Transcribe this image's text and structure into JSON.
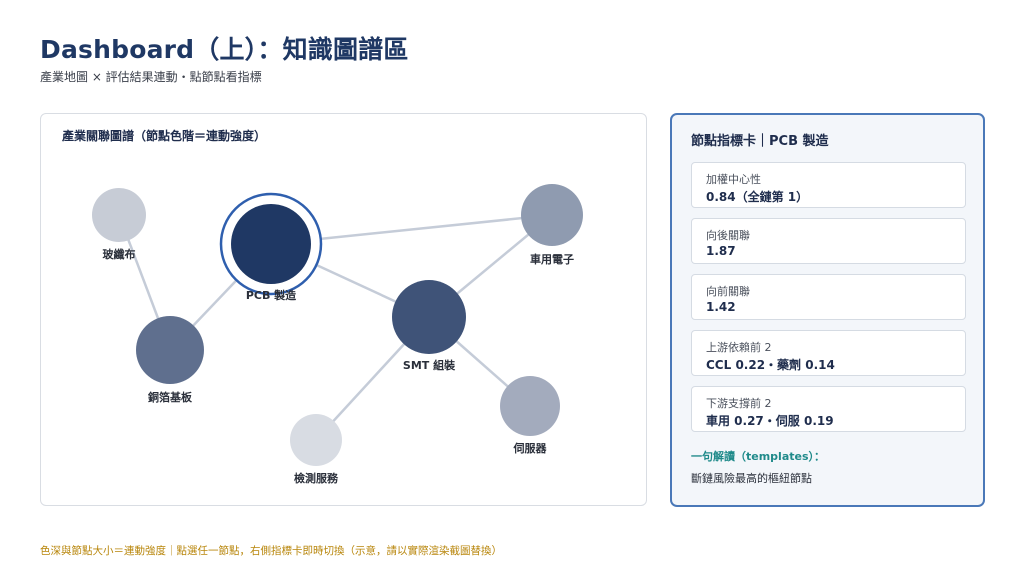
{
  "header": {
    "title": "Dashboard（上）：知識圖譜區",
    "subtitle": "產業地圖 × 評估結果連動・點節點看指標"
  },
  "graph": {
    "title": "產業關聯圖譜（節點色階＝連動強度）",
    "selected": "pcb",
    "nodes": [
      {
        "id": "glass",
        "label": "玻纖布",
        "color": "#c7ccd6"
      },
      {
        "id": "pcb",
        "label": "PCB 製造",
        "color": "#1f3864"
      },
      {
        "id": "auto",
        "label": "車用電子",
        "color": "#8f9bb0"
      },
      {
        "id": "smt",
        "label": "SMT 組裝",
        "color": "#3f5378"
      },
      {
        "id": "copper",
        "label": "銅箔基板",
        "color": "#5f6f8e"
      },
      {
        "id": "server",
        "label": "伺服器",
        "color": "#a3abbd"
      },
      {
        "id": "test",
        "label": "檢測服務",
        "color": "#d8dce3"
      }
    ],
    "edge_color": "#c5ccd8"
  },
  "card": {
    "title": "節點指標卡｜PCB 製造",
    "metrics": [
      {
        "label": "加權中心性",
        "value": "0.84（全鏈第 1）"
      },
      {
        "label": "向後關聯",
        "value": "1.87"
      },
      {
        "label": "向前關聯",
        "value": "1.42"
      },
      {
        "label": "上游依賴前 2",
        "value": "CCL 0.22・藥劑 0.14"
      },
      {
        "label": "下游支撐前 2",
        "value": "車用 0.27・伺服 0.19"
      }
    ],
    "interp_title": "一句解讀（templates）：",
    "interp_text": "斷鏈風險最高的樞紐節點"
  },
  "footer": {
    "note": "色深與節點大小＝連動強度｜點選任一節點，右側指標卡即時切換（示意，請以實際渲染截圖替換）"
  },
  "colors": {
    "accent": "#1f3864",
    "card_border": "#4a78b8",
    "interp": "#1f8a8a",
    "footnote": "#b8860b"
  }
}
